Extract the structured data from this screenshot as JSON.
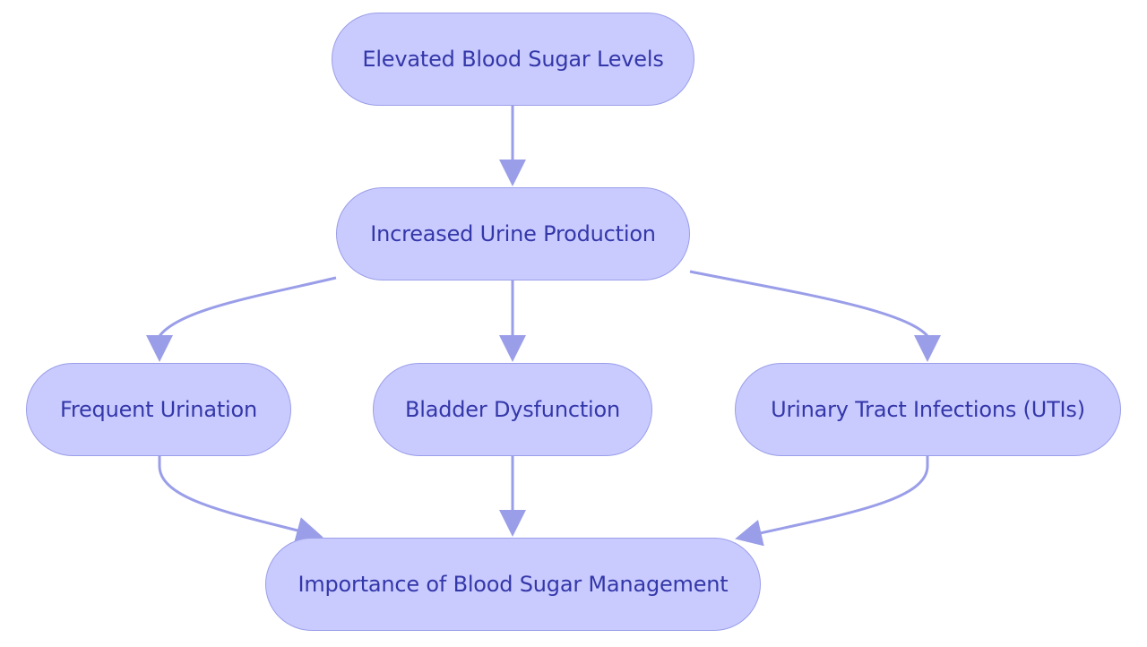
{
  "diagram": {
    "colors": {
      "node_fill": "#c9cbff",
      "node_border": "#9a9ee8",
      "node_text": "#3437a8",
      "edge": "#9a9ee8"
    },
    "nodes": {
      "elevated": "Elevated Blood Sugar Levels",
      "urine": "Increased Urine Production",
      "frequent": "Frequent Urination",
      "bladder": "Bladder Dysfunction",
      "uti": "Urinary Tract Infections (UTIs)",
      "importance": "Importance of Blood Sugar Management"
    },
    "edges": [
      {
        "from": "elevated",
        "to": "urine"
      },
      {
        "from": "urine",
        "to": "frequent"
      },
      {
        "from": "urine",
        "to": "bladder"
      },
      {
        "from": "urine",
        "to": "uti"
      },
      {
        "from": "frequent",
        "to": "importance"
      },
      {
        "from": "bladder",
        "to": "importance"
      },
      {
        "from": "uti",
        "to": "importance"
      }
    ]
  }
}
